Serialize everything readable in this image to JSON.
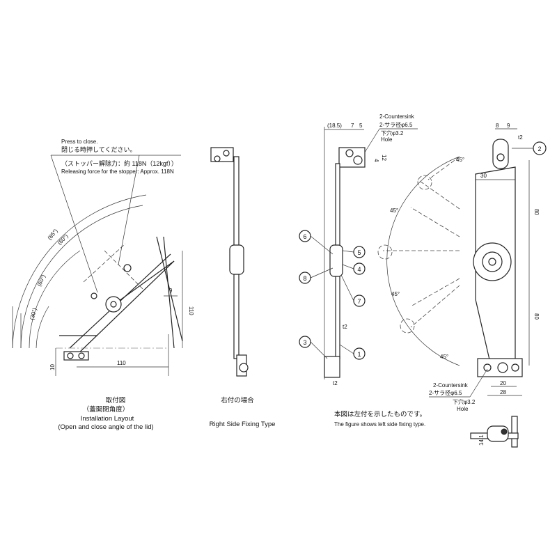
{
  "installation": {
    "note_en_top": "Press to close.",
    "note_jp_top": "閉じる時押してください。",
    "note_jp_release": "（ストッパー解除力：約 118N（12kgf））",
    "note_en_release": "Releasing force for the stopper: Approx. 118N",
    "angles": [
      "(85°)",
      "(80°)",
      "(60°)",
      "(30°)"
    ],
    "dims": {
      "d9": "9",
      "d110v": "110",
      "d110h": "110",
      "d10": "10"
    },
    "caption_jp1": "取付図",
    "caption_jp2": "（蓋開閉角度）",
    "caption_en1": "Installation Layout",
    "caption_en2": "(Open and close angle of the lid)"
  },
  "right_side": {
    "caption_jp": "右付の場合",
    "caption_en": "Right Side Fixing Type"
  },
  "side_view": {
    "dims": {
      "d18_5": "(18.5)",
      "d7": "7",
      "d5": "5",
      "d4": "4",
      "d12": "12",
      "t2a": "t2",
      "t2b": "t2"
    },
    "countersink_en": "2-Countersink",
    "countersink_jp": "2-サラ径φ6.5",
    "hole_jp": "下穴φ3.2",
    "hole_en": "Hole",
    "balloons": [
      "1",
      "3",
      "4",
      "5",
      "6",
      "7",
      "8"
    ],
    "caption_jp": "本図は左付を示したものです。",
    "caption_en": "The figure shows left side fixing type."
  },
  "front_view": {
    "dims": {
      "d8": "8",
      "d9": "9",
      "t2": "t2",
      "d30": "30",
      "d80a": "80",
      "d80b": "80",
      "d20": "20",
      "d28": "28",
      "d14_1": "14.1"
    },
    "angles": [
      "45°",
      "45°",
      "45°",
      "45°"
    ],
    "balloon": "2",
    "countersink_en": "2-Countersink",
    "countersink_jp": "2-サラ径φ6.5",
    "hole_jp": "下穴φ3.2",
    "hole_en": "Hole"
  }
}
